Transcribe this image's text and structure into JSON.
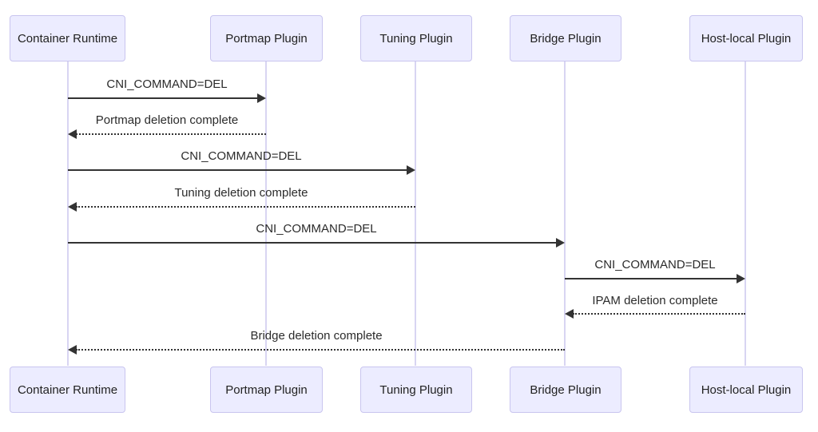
{
  "diagram": {
    "type": "sequence-diagram",
    "actors": [
      {
        "label": "Container Runtime"
      },
      {
        "label": "Portmap Plugin"
      },
      {
        "label": "Tuning Plugin"
      },
      {
        "label": "Bridge Plugin"
      },
      {
        "label": "Host-local Plugin"
      }
    ],
    "messages": [
      {
        "from": "Container Runtime",
        "to": "Portmap Plugin",
        "label": "CNI_COMMAND=DEL",
        "style": "solid"
      },
      {
        "from": "Portmap Plugin",
        "to": "Container Runtime",
        "label": "Portmap deletion complete",
        "style": "dashed"
      },
      {
        "from": "Container Runtime",
        "to": "Tuning Plugin",
        "label": "CNI_COMMAND=DEL",
        "style": "solid"
      },
      {
        "from": "Tuning Plugin",
        "to": "Container Runtime",
        "label": "Tuning deletion complete",
        "style": "dashed"
      },
      {
        "from": "Container Runtime",
        "to": "Bridge Plugin",
        "label": "CNI_COMMAND=DEL",
        "style": "solid"
      },
      {
        "from": "Bridge Plugin",
        "to": "Host-local Plugin",
        "label": "CNI_COMMAND=DEL",
        "style": "solid"
      },
      {
        "from": "Host-local Plugin",
        "to": "Bridge Plugin",
        "label": "IPAM deletion complete",
        "style": "dashed"
      },
      {
        "from": "Bridge Plugin",
        "to": "Container Runtime",
        "label": "Bridge deletion complete",
        "style": "dashed"
      }
    ],
    "colors": {
      "actor_fill": "#ECECFF",
      "actor_border": "#C9C5EF",
      "lifeline": "#D8D5F2",
      "arrow": "#333333",
      "text": "#222222",
      "background": "#FFFFFF"
    }
  }
}
